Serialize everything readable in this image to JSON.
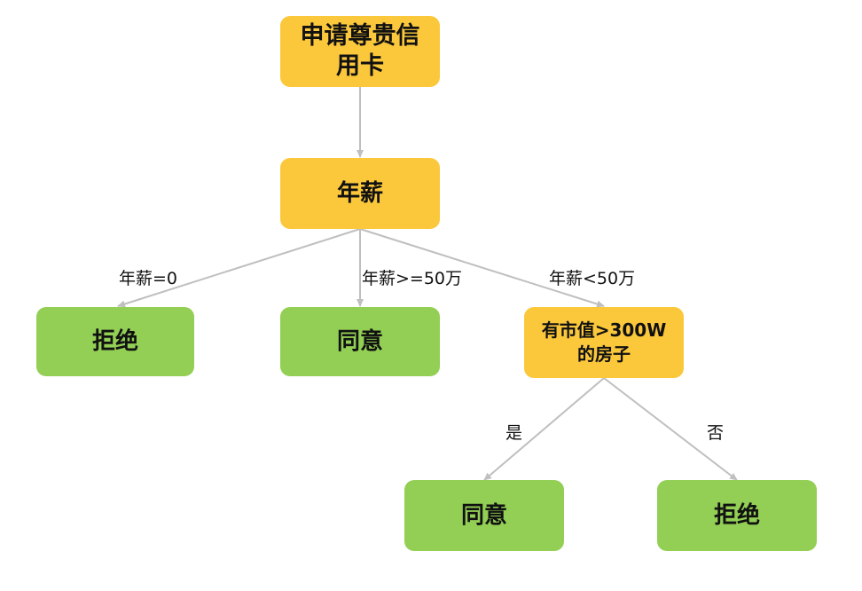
{
  "nodes": {
    "root": "申请尊贵信用卡",
    "salary": "年薪",
    "reject1": "拒绝",
    "approve1": "同意",
    "house": "有市值>300W的房子",
    "approve2": "同意",
    "reject2": "拒绝"
  },
  "edge_labels": {
    "salary_zero": "年薪=0",
    "salary_high": "年薪>=50万",
    "salary_low": "年薪<50万",
    "yes": "是",
    "no": "否"
  },
  "colors": {
    "decision": "#fbc83c",
    "outcome": "#92cf54",
    "edge": "#bfbfbf"
  }
}
